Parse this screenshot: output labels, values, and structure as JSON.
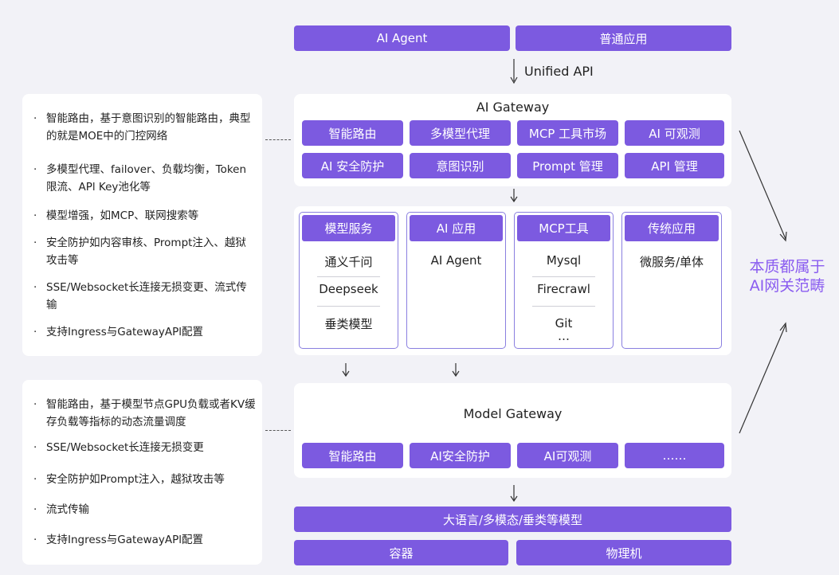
{
  "top": {
    "ai_agent": "AI Agent",
    "normal_app": "普通应用",
    "unified_api": "Unified API"
  },
  "ai_gateway": {
    "title": "AI Gateway",
    "features": [
      "智能路由",
      "多模型代理",
      "MCP 工具市场",
      "AI 可观测",
      "AI 安全防护",
      "意图识别",
      "Prompt 管理",
      "API 管理"
    ]
  },
  "services": [
    {
      "head": "模型服务",
      "items": [
        "通义千问",
        "Deepseek",
        "垂类模型"
      ]
    },
    {
      "head": "AI 应用",
      "items": [
        "AI Agent"
      ]
    },
    {
      "head": "MCP工具",
      "items": [
        "Mysql",
        "Firecrawl",
        "Git",
        "…"
      ]
    },
    {
      "head": "传统应用",
      "items": [
        "微服务/单体"
      ]
    }
  ],
  "model_gateway": {
    "title": "Model Gateway",
    "features": [
      "智能路由",
      "AI安全防护",
      "AI可观测",
      "……"
    ]
  },
  "bottom": {
    "models": "大语言/多模态/垂类等模型",
    "container": "容器",
    "physical": "物理机"
  },
  "side_note": {
    "line1": "本质都属于",
    "line2": "AI网关范畴"
  },
  "notes_top": [
    "智能路由，基于意图识别的智能路由，典型的就是MOE中的门控网络",
    "多模型代理、failover、负载均衡，Token限流、APl Key池化等",
    "模型增强，如MCP、联网搜索等",
    "安全防护如内容审核、Prompt注入、越狱攻击等",
    "SSE/Websocket长连接无损变更、流式传输",
    "支持Ingress与GatewayAPl配置"
  ],
  "notes_bottom": [
    "智能路由，基于模型节点GPU负载或者KV缓存负载等指标的动态流量调度",
    "SSE/Websocket长连接无损变更",
    "安全防护如Prompt注入，越狱攻击等",
    "流式传输",
    "支持Ingress与GatewayAPl配置"
  ],
  "bullet": "·",
  "colors": {
    "accent": "#7c5ae0",
    "side_text": "#8a5cf0",
    "background": "#f2f2f7"
  }
}
